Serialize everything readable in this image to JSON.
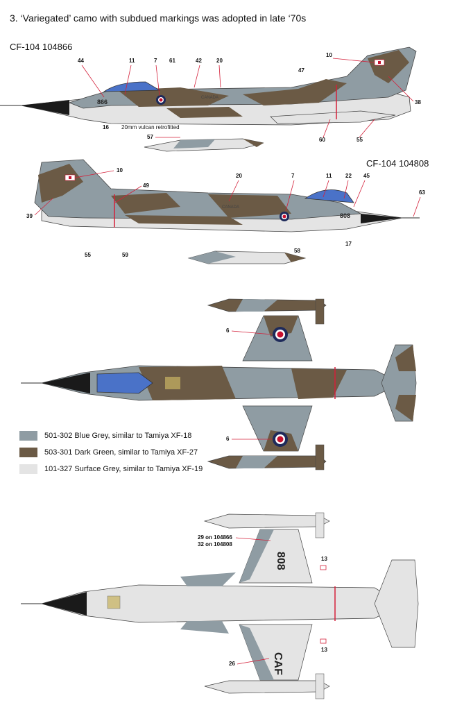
{
  "title": "3. ‘Variegated’ camo with subdued markings was adopted in late ‘70s",
  "aircraft": [
    {
      "label": "CF-104 104866",
      "code": "866"
    },
    {
      "label": "CF-104 104808",
      "code": "808"
    }
  ],
  "annotations": {
    "gun_note": "20mm vulcan retrofitted",
    "serial_note_1": "29 on 104866",
    "serial_note_2": "32 on 104808",
    "caf_text": "CAF",
    "canada_text": "CANADA",
    "lower_code": "808"
  },
  "callouts_side1": [
    "44",
    "11",
    "7",
    "61",
    "42",
    "20",
    "10",
    "47",
    "38",
    "60",
    "55",
    "16",
    "57"
  ],
  "callouts_side2": [
    "10",
    "49",
    "20",
    "7",
    "11",
    "22",
    "45",
    "63",
    "39",
    "55",
    "59",
    "17",
    "58"
  ],
  "callouts_top": [
    "6",
    "6"
  ],
  "callouts_bottom": [
    "13",
    "13",
    "26"
  ],
  "legend": [
    {
      "label": "501-302 Blue Grey, similar to Tamiya XF-18",
      "color": "#8f9ca3"
    },
    {
      "label": "503-301 Dark Green, similar to Tamiya XF-27",
      "color": "#6b5a45"
    },
    {
      "label": "101-327 Surface Grey, similar to Tamiya XF-19",
      "color": "#e4e4e4"
    }
  ],
  "colors": {
    "blue_grey": "#8f9ca3",
    "dark_green": "#6b5a45",
    "surface_grey": "#e4e4e4",
    "canopy": "#4a72c8",
    "roundel_blue": "#1e2a5a",
    "roundel_red": "#c8102e",
    "callout_red": "#d4203a"
  }
}
